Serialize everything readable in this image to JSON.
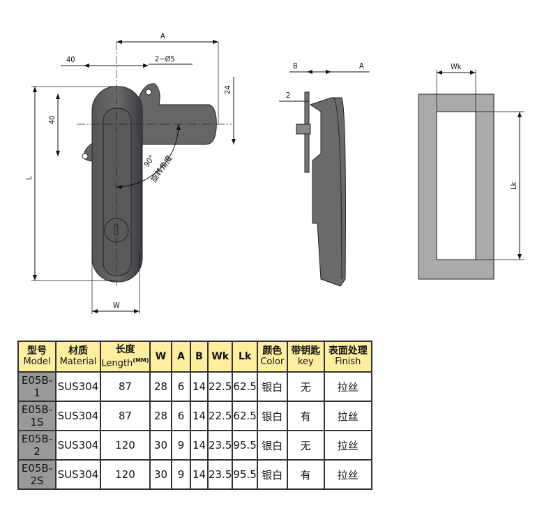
{
  "drawing": {
    "front_view": {
      "dim_A": "A",
      "dim_40_top": "40",
      "dim_hole": "2−Ø5",
      "dim_24": "24",
      "dim_40_side": "40",
      "dim_L": "L",
      "dim_W": "W",
      "angle": "90°",
      "angle_label": "旋转角度"
    },
    "side_view": {
      "dim_B": "B",
      "dim_A": "A",
      "dim_2": "2"
    },
    "cutout_view": {
      "dim_Wk": "Wk",
      "dim_Lk": "Lk"
    }
  },
  "table": {
    "headers": [
      {
        "cn": "型号",
        "en": "Model"
      },
      {
        "cn": "材质",
        "en": "Material"
      },
      {
        "cn": "长度",
        "en": "Length",
        "unit": "(MM)"
      },
      {
        "cn": "W"
      },
      {
        "cn": "A"
      },
      {
        "cn": "B"
      },
      {
        "cn": "Wk"
      },
      {
        "cn": "Lk"
      },
      {
        "cn": "颜色",
        "en": "Color"
      },
      {
        "cn": "带钥匙",
        "en": "key"
      },
      {
        "cn": "表面处理",
        "en": "Finish"
      }
    ],
    "rows": [
      [
        "E05B-1",
        "SUS304",
        "87",
        "28",
        "6",
        "14",
        "22.5",
        "62.5",
        "银白",
        "无",
        "拉丝"
      ],
      [
        "E05B-1S",
        "SUS304",
        "87",
        "28",
        "6",
        "14",
        "22.5",
        "62.5",
        "银白",
        "有",
        "拉丝"
      ],
      [
        "E05B-2",
        "SUS304",
        "120",
        "30",
        "9",
        "14",
        "23.5",
        "95.5",
        "银白",
        "无",
        "拉丝"
      ],
      [
        "E05B-2S",
        "SUS304",
        "120",
        "30",
        "9",
        "14",
        "23.5",
        "95.5",
        "银白",
        "有",
        "拉丝"
      ]
    ]
  }
}
